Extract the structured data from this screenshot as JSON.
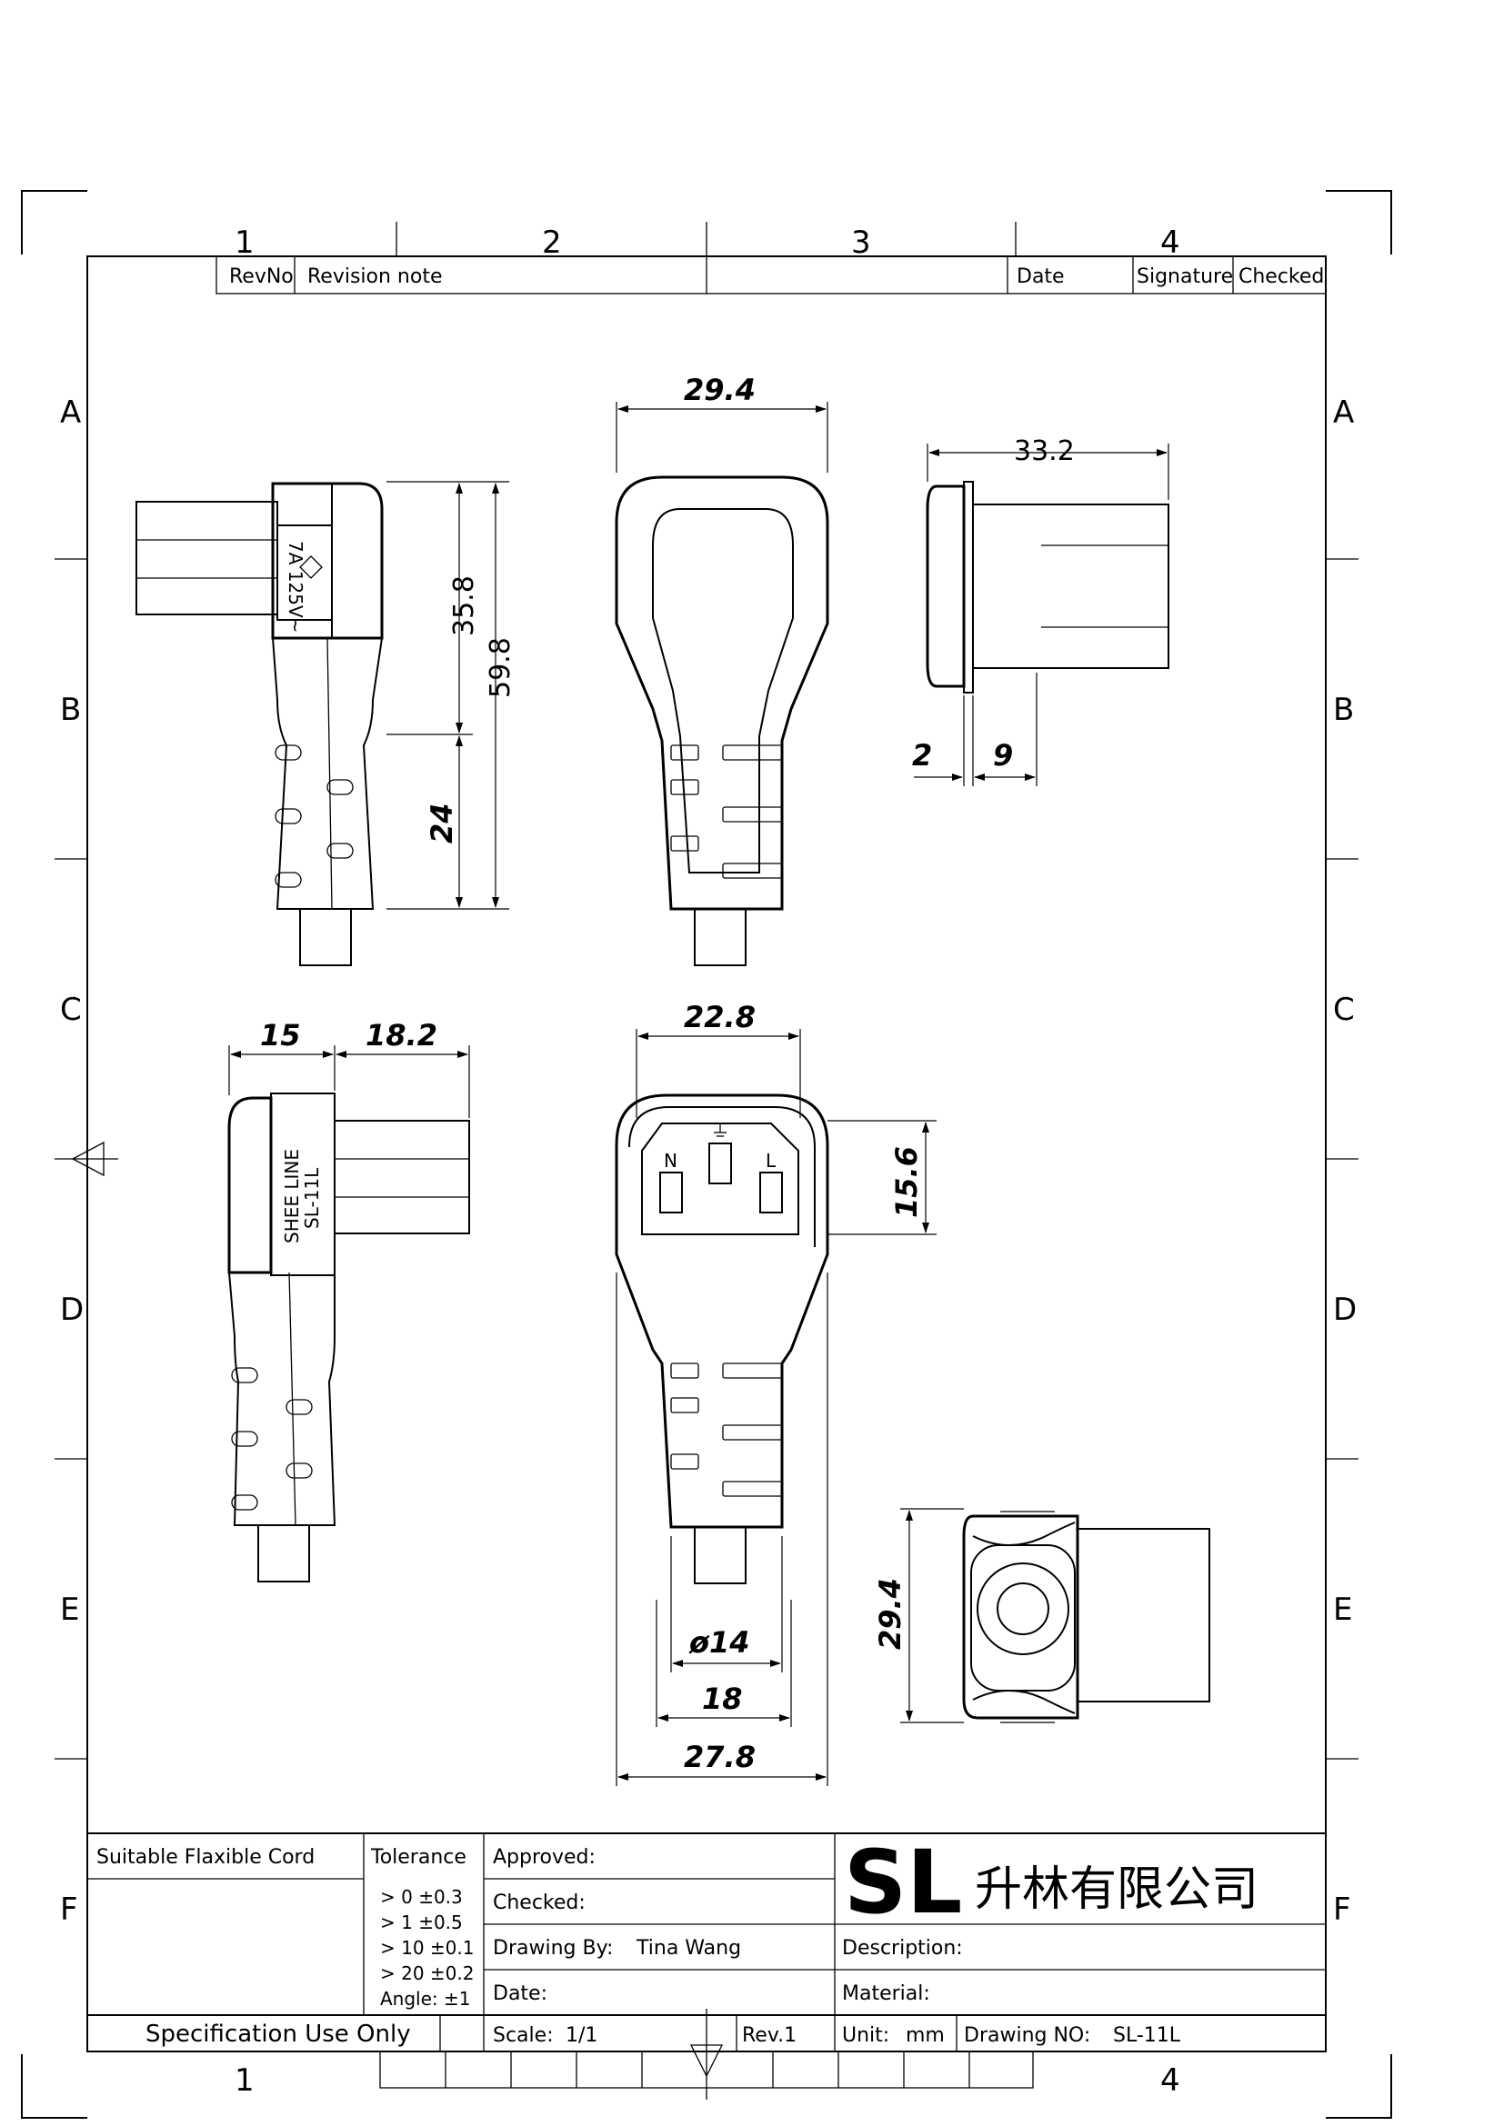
{
  "grid": {
    "columns_top": [
      "1",
      "2",
      "3",
      "4"
    ],
    "columns_bottom": [
      "1",
      "4"
    ],
    "rows": [
      "A",
      "B",
      "C",
      "D",
      "E",
      "F"
    ]
  },
  "revision_table": {
    "revno": "RevNo",
    "note": "Revision note",
    "date": "Date",
    "signature": "Signature",
    "checked": "Checked"
  },
  "dimensions": {
    "d_29_4_top": "29.4",
    "d_33_2": "33.2",
    "d_35_8": "35.8",
    "d_59_8": "59.8",
    "d_24": "24",
    "d_2": "2",
    "d_9": "9",
    "d_15": "15",
    "d_18_2": "18.2",
    "d_22_8": "22.8",
    "d_15_6": "15.6",
    "d_14": "ø14",
    "d_18": "18",
    "d_27_8": "27.8",
    "d_29_4_side": "29.4"
  },
  "part_labels": {
    "rating": "7A 125V~",
    "brand": "SHEE LINE",
    "model": "SL-11L",
    "pin_n": "N",
    "pin_l": "L"
  },
  "title_block": {
    "cord_header": "Suitable Flaxible Cord",
    "tolerance_header": "Tolerance",
    "tolerances": [
      "> 0  ±0.3",
      "> 1  ±0.5",
      "> 10  ±0.1",
      "> 20  ±0.2",
      "Angle: ±1"
    ],
    "approved_label": "Approved:",
    "checked_label": "Checked:",
    "drawn_label": "Drawing By:",
    "drawn_value": "Tina Wang",
    "date_label": "Date:",
    "logo": "SL",
    "company": "升林有限公司",
    "description_label": "Description:",
    "material_label": "Material:",
    "spec_note": "Specification Use Only",
    "scale_label": "Scale:",
    "scale_value": "1/1",
    "rev": "Rev.1",
    "unit_label": "Unit:",
    "unit_value": "mm",
    "drawing_no_label": "Drawing NO:",
    "drawing_no_value": "SL-11L"
  }
}
